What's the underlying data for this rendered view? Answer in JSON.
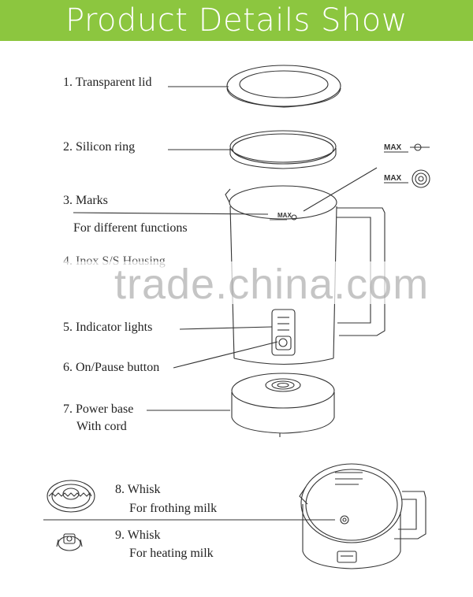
{
  "banner": {
    "title": "Product Details Show",
    "color": "#8cc63f"
  },
  "parts": [
    {
      "label": "1. Transparent lid"
    },
    {
      "label": "2. Silicon ring"
    },
    {
      "label": "3. Marks",
      "sub": "For different functions"
    },
    {
      "label": "4. Inox S/S Housing"
    },
    {
      "label": "5. Indicator lights"
    },
    {
      "label": "6. On/Pause button"
    },
    {
      "label": "7. Power base",
      "sub": "With cord"
    },
    {
      "label": "8. Whisk",
      "sub": "For frothing milk"
    },
    {
      "label": "9. Whisk",
      "sub": "For heating milk"
    }
  ],
  "marks": {
    "max": "MAX"
  },
  "watermark": "trade.china.com"
}
